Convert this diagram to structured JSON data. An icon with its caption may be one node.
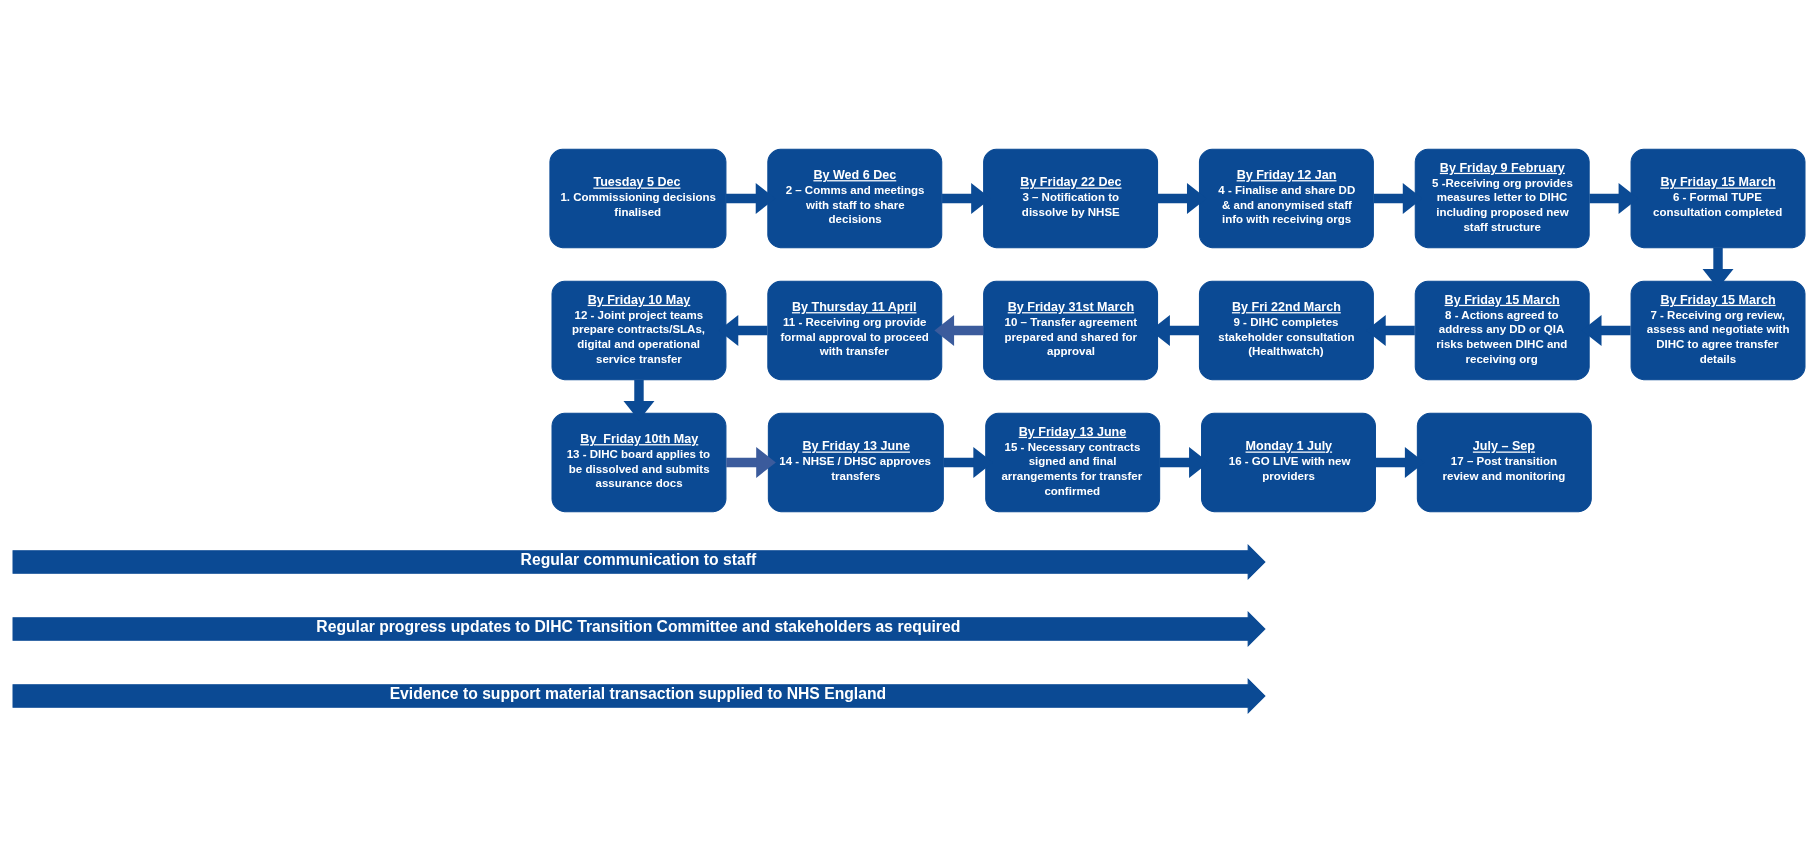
{
  "diagram": {
    "nodes": [
      {
        "text": [
          "Tuesday 5 Dec",
          "1. Commissioning decisions finalised"
        ]
      },
      {
        "text": [
          "By Wed 6 Dec",
          "2 – Comms and meetings with staff to share decisions"
        ]
      },
      {
        "text": [
          "By Friday 22 Dec",
          "3 – Notification to dissolve by NHSE"
        ]
      },
      {
        "text": [
          "By Friday 12 Jan",
          "4 - Finalise and share DD & and anonymised staff info with receiving orgs"
        ]
      },
      {
        "text": [
          "By Friday 9 February",
          "5 -Receiving org provides measures letter to DIHC including proposed new staff structure"
        ]
      },
      {
        "text": [
          "By Friday 15 March",
          "6 - Formal TUPE consultation completed"
        ]
      },
      {
        "text": [
          "By Friday 15 March",
          "7 - Receiving org review, assess and negotiate with DIHC to agree transfer details"
        ]
      },
      {
        "text": [
          "By Friday 15 March",
          "8 - Actions agreed to address any DD or QIA risks between DIHC and receiving org"
        ]
      },
      {
        "text": [
          "By Fri 22nd March",
          "9 - DIHC completes stakeholder consultation (Healthwatch)"
        ]
      },
      {
        "text": [
          "By Friday 31st March",
          "10 – Transfer agreement prepared and shared for approval"
        ]
      },
      {
        "text": [
          "By Thursday 11 April",
          "11 - Receiving org provide formal approval to proceed with transfer"
        ]
      },
      {
        "text": [
          "By Friday 10 May",
          "12 - Joint project teams prepare contracts/SLAs, digital and operational service transfer"
        ]
      },
      {
        "text": [
          "By  Friday 10th May",
          "13 - DIHC board applies to be dissolved and submits assurance docs"
        ]
      },
      {
        "text": [
          "By Friday 13 June",
          "14 - NHSE / DHSC approves transfers"
        ]
      },
      {
        "text": [
          "By Friday 13 June",
          "15 - Necessary contracts signed and final arrangements for transfer confirmed"
        ]
      },
      {
        "text": [
          "Monday 1 July",
          "16 - GO LIVE with new providers"
        ]
      },
      {
        "text": [
          "July – Sep",
          "17 – Post transition review and monitoring"
        ]
      },
      {
        "text": [
          "Regular communication to staff"
        ]
      },
      {
        "text": [
          "Regular progress updates to DIHC Transition Committee and stakeholders as required"
        ]
      },
      {
        "text": [
          "Evidence to support material transaction supplied to NHS England"
        ]
      }
    ],
    "edges": [
      {
        "from": 0,
        "to": 1,
        "arrow": "to"
      },
      {
        "from": 1,
        "to": 2,
        "arrow": "to"
      },
      {
        "from": 2,
        "to": 3,
        "arrow": "to"
      },
      {
        "from": 3,
        "to": 4,
        "arrow": "to"
      },
      {
        "from": 4,
        "to": 5,
        "arrow": "to"
      },
      {
        "from": 5,
        "to": 6,
        "arrow": "to"
      },
      {
        "from": 6,
        "to": 7,
        "arrow": "to"
      },
      {
        "from": 7,
        "to": 8,
        "arrow": "to"
      },
      {
        "from": 8,
        "to": 9,
        "arrow": "to"
      },
      {
        "from": 9,
        "to": 10,
        "arrow": "to",
        "color": "#3b5b9c"
      },
      {
        "from": 10,
        "to": 11,
        "arrow": "to"
      },
      {
        "from": 11,
        "to": 12,
        "arrow": "to"
      },
      {
        "from": 12,
        "to": 13,
        "arrow": "to",
        "color": "#3b5b9c"
      },
      {
        "from": 13,
        "to": 14,
        "arrow": "to"
      },
      {
        "from": 14,
        "to": 15,
        "arrow": "to"
      },
      {
        "from": 15,
        "to": 16,
        "arrow": "to"
      }
    ]
  }
}
